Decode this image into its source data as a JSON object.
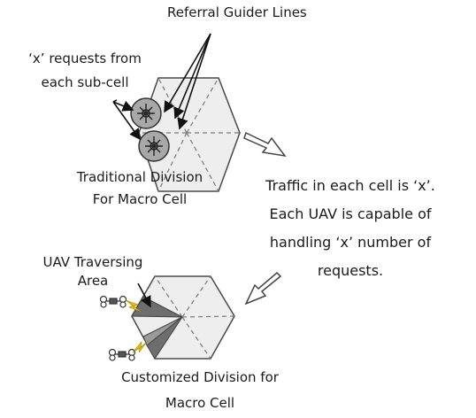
{
  "labels": {
    "referral_lines": "Referral Guider Lines",
    "requests_line1": "‘x’ requests from",
    "requests_line2": "each sub-cell",
    "traditional_line1": "Traditional Division",
    "traditional_line2": "For Macro Cell",
    "traffic_line1": "Traffic in each cell is ‘x’.",
    "traffic_line2": "Each UAV is capable of",
    "traffic_line3": "handling ‘x’ number of",
    "traffic_line4": "requests.",
    "uav_area_line1": "UAV Traversing",
    "uav_area_line2": "Area",
    "customized_line1": "Customized Division for",
    "customized_line2": "Macro Cell"
  },
  "colors": {
    "hex_fill": "#eeeeee",
    "hex_stroke": "#4a4a4a",
    "dashed": "#7a7a7a",
    "bs_circle": "#a8a8a8",
    "sector_dark": "#6e6e6e",
    "sector_mid": "#9a9a9a",
    "lightning": "#e8c200"
  },
  "icons": [
    "base-station-icon",
    "uav-drone-icon",
    "lightning-icon",
    "outline-arrow-icon"
  ]
}
